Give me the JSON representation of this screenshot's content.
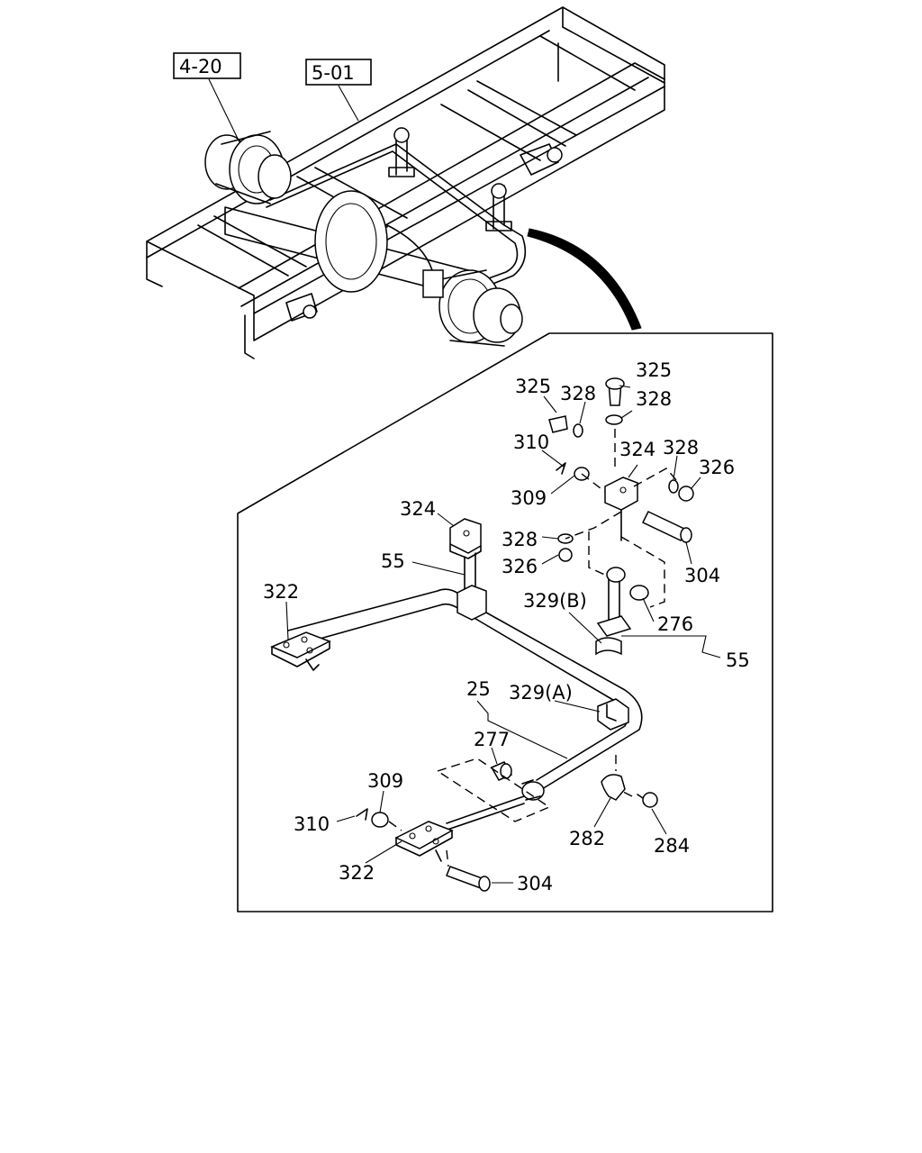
{
  "references": [
    {
      "id": "ref-4-20",
      "text": "4-20"
    },
    {
      "id": "ref-5-01",
      "text": "5-01"
    }
  ],
  "callouts": [
    {
      "id": "c325a",
      "text": "325"
    },
    {
      "id": "c325b",
      "text": "325"
    },
    {
      "id": "c328a",
      "text": "328"
    },
    {
      "id": "c328b",
      "text": "328"
    },
    {
      "id": "c310a",
      "text": "310"
    },
    {
      "id": "c324a",
      "text": "324"
    },
    {
      "id": "c328c",
      "text": "328"
    },
    {
      "id": "c326a",
      "text": "326"
    },
    {
      "id": "c309a",
      "text": "309"
    },
    {
      "id": "c324b",
      "text": "324"
    },
    {
      "id": "c328d",
      "text": "328"
    },
    {
      "id": "c55a",
      "text": "55"
    },
    {
      "id": "c326b",
      "text": "326"
    },
    {
      "id": "c304a",
      "text": "304"
    },
    {
      "id": "c322a",
      "text": "322"
    },
    {
      "id": "c329b",
      "text": "329(B)"
    },
    {
      "id": "c276",
      "text": "276"
    },
    {
      "id": "c55b",
      "text": "55"
    },
    {
      "id": "c25",
      "text": "25"
    },
    {
      "id": "c329a",
      "text": "329(A)"
    },
    {
      "id": "c277",
      "text": "277"
    },
    {
      "id": "c309b",
      "text": "309"
    },
    {
      "id": "c310b",
      "text": "310"
    },
    {
      "id": "c282",
      "text": "282"
    },
    {
      "id": "c284",
      "text": "284"
    },
    {
      "id": "c322b",
      "text": "322"
    },
    {
      "id": "c304b",
      "text": "304"
    }
  ]
}
